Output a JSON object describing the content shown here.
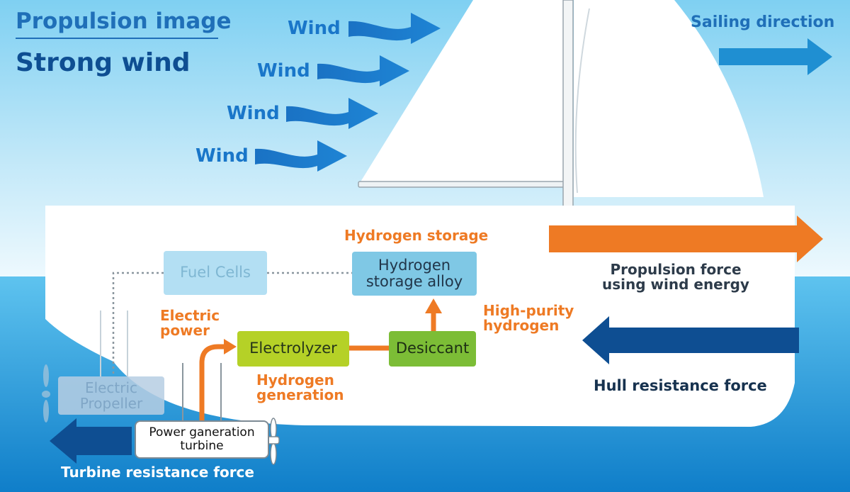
{
  "title": "Propulsion image",
  "subtitle": "Strong wind",
  "winds": [
    "Wind",
    "Wind",
    "Wind",
    "Wind"
  ],
  "sailing_direction": "Sailing direction",
  "labels": {
    "hydrogen_storage": "Hydrogen storage",
    "electric_power": "Electric\npower",
    "high_purity": "High-purity\nhydrogen",
    "hydrogen_generation": "Hydrogen\ngeneration",
    "propulsion_force": "Propulsion force\nusing wind energy",
    "hull_resistance": "Hull resistance force",
    "turbine_resistance": "Turbine resistance force"
  },
  "boxes": {
    "fuel_cells": "Fuel Cells",
    "storage_alloy": "Hydrogen\nstorage alloy",
    "electrolyzer": "Electrolyzer",
    "desiccant": "Desiccant",
    "electric_propeller": "Electric\nPropeller",
    "turbine": "Power ganeration\nturbine"
  },
  "colors": {
    "sky_top": "#7fd0f2",
    "sky_bottom": "#e9f7fd",
    "sea_top": "#4fb9ea",
    "sea_bottom": "#0f7ec9",
    "hull": "#ffffff",
    "orange": "#ee7a24",
    "navy": "#0e4e92",
    "wind_blue": "#1976c9"
  }
}
